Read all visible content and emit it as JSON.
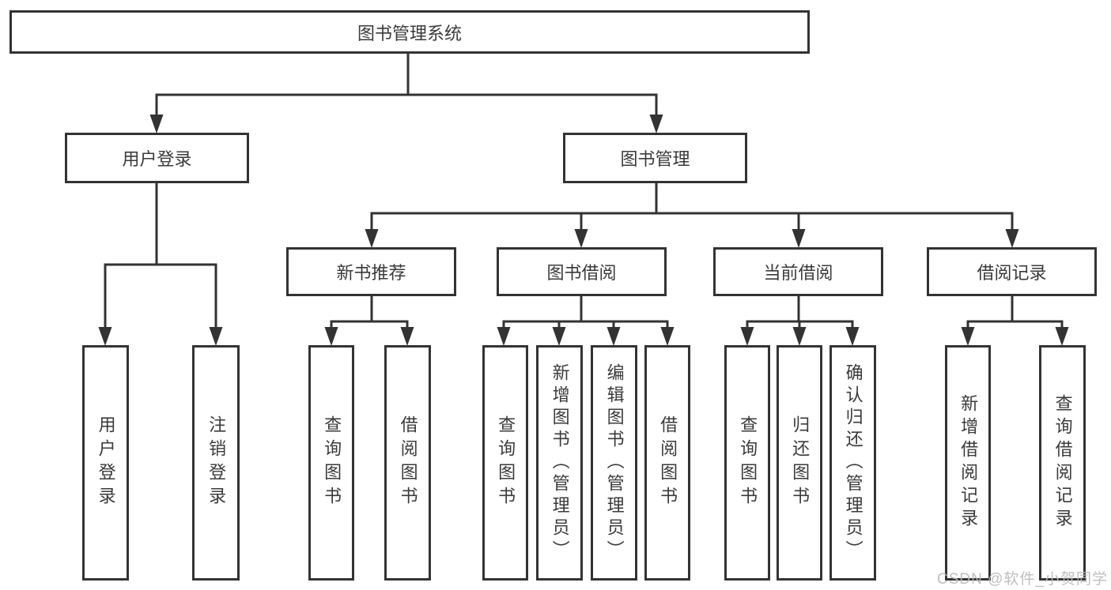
{
  "tree": {
    "root": {
      "label": "图书管理系统",
      "children": [
        {
          "label": "用户登录",
          "children": [
            {
              "label": "用户登录"
            },
            {
              "label": "注销登录"
            }
          ]
        },
        {
          "label": "图书管理",
          "children": [
            {
              "label": "新书推荐",
              "children": [
                {
                  "label": "查询图书"
                },
                {
                  "label": "借阅图书"
                }
              ]
            },
            {
              "label": "图书借阅",
              "children": [
                {
                  "label": "查询图书"
                },
                {
                  "label": "新增图书（管理员）"
                },
                {
                  "label": "编辑图书（管理员）"
                },
                {
                  "label": "借阅图书"
                }
              ]
            },
            {
              "label": "当前借阅",
              "children": [
                {
                  "label": "查询图书"
                },
                {
                  "label": "归还图书"
                },
                {
                  "label": "确认归还（管理员）"
                }
              ]
            },
            {
              "label": "借阅记录",
              "children": [
                {
                  "label": "新增借阅记录"
                },
                {
                  "label": "查询借阅记录"
                }
              ]
            }
          ]
        }
      ]
    }
  },
  "watermark": {
    "text": "CSDN @软件_小贺同学"
  },
  "colors": {
    "line": "#333333",
    "box_border": "#333333",
    "box_fill": "#ffffff",
    "text": "#3a3a3a",
    "watermark": "#b9b9b9"
  }
}
